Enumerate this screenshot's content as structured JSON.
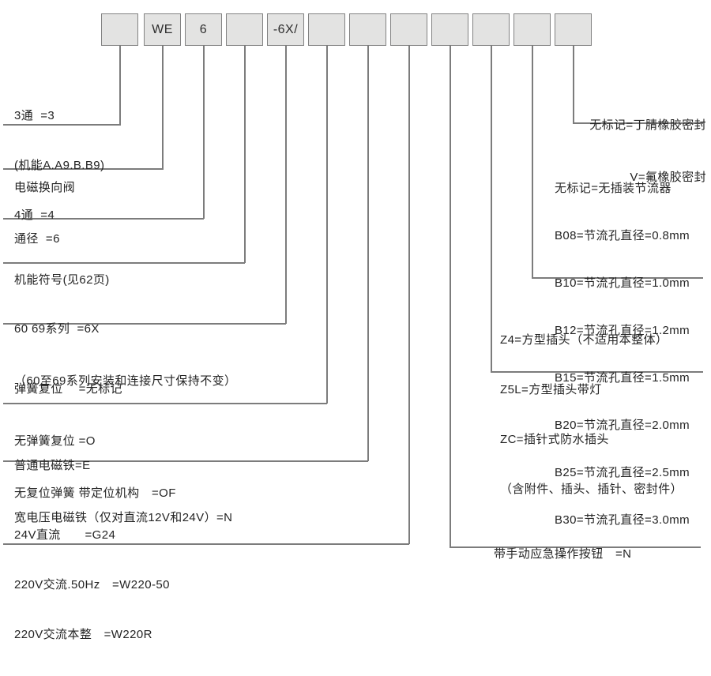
{
  "diagram": {
    "colors": {
      "box_fill": "#e3e3e2",
      "box_border": "#828282",
      "connector_line": "#7c7c7c",
      "text": "#242424",
      "background": "#ffffff"
    },
    "code_boxes": [
      {
        "label": ""
      },
      {
        "label": "WE"
      },
      {
        "label": "6"
      },
      {
        "label": ""
      },
      {
        "label": "-6X/"
      },
      {
        "label": ""
      },
      {
        "label": ""
      },
      {
        "label": ""
      },
      {
        "label": ""
      },
      {
        "label": ""
      },
      {
        "label": ""
      },
      {
        "label": ""
      }
    ],
    "left_blocks": [
      {
        "name": "ways",
        "lines": [
          "3通  =3",
          "(机能A.A9.B.B9)",
          "4通  =4"
        ]
      },
      {
        "name": "valve-type",
        "lines": [
          "电磁换向阀"
        ]
      },
      {
        "name": "nominal-size",
        "lines": [
          "通径  =6"
        ]
      },
      {
        "name": "spool-symbol",
        "lines": [
          "机能符号(见62页)"
        ]
      },
      {
        "name": "series",
        "lines": [
          "60 69系列  =6X",
          "（60至69系列安装和连接尺寸保持不变）"
        ]
      },
      {
        "name": "spring-return",
        "lines": [
          "弹簧复位　 =无标记",
          "无弹簧复位 =O",
          "无复位弹簧 带定位机构　=OF"
        ]
      },
      {
        "name": "solenoid-type",
        "lines": [
          "普通电磁铁=E",
          "宽电压电磁铁（仅对直流12V和24V）=N"
        ]
      },
      {
        "name": "voltage",
        "lines": [
          "24V直流　　=G24",
          "220V交流.50Hz　=W220-50",
          "220V交流本整　=W220R"
        ]
      }
    ],
    "right_blocks": [
      {
        "name": "manual-override",
        "lines": [
          "带手动应急操作按钮　=N"
        ]
      },
      {
        "name": "plug-type",
        "lines": [
          "Z4=方型插头（不适用本整体）",
          "Z5L=方型插头带灯",
          "ZC=插针式防水插头",
          "（含附件、插头、插针、密封件）"
        ]
      },
      {
        "name": "throttle-insert",
        "lines": [
          "无标记=无插装节流器",
          "B08=节流孔直径=0.8mm",
          "B10=节流孔直径=1.0mm",
          "B12=节流孔直径=1.2mm",
          "B15=节流孔直径=1.5mm",
          "B20=节流孔直径=2.0mm",
          "B25=节流孔直径=2.5mm",
          "B30=节流孔直径=3.0mm"
        ]
      },
      {
        "name": "seal-material",
        "lines": [
          "无标记=丁腈橡胶密封",
          "V=氟橡胶密封"
        ]
      }
    ]
  }
}
